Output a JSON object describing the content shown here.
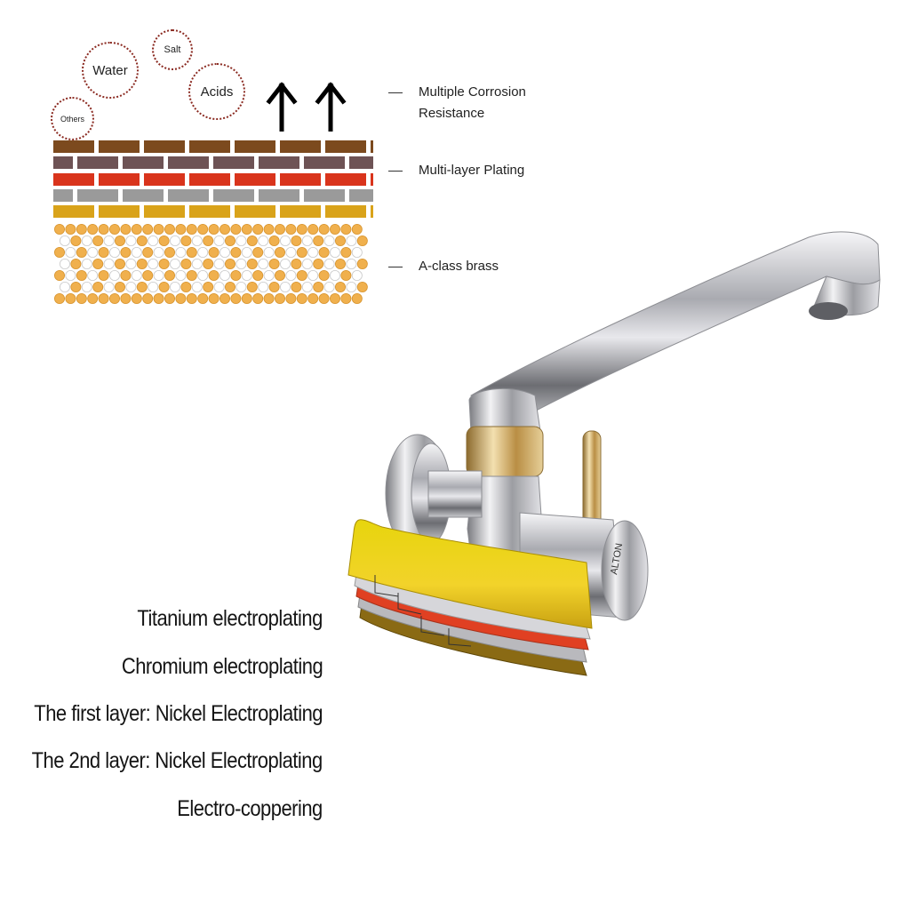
{
  "agents": {
    "water": "Water",
    "salt": "Salt",
    "acids": "Acids",
    "others": "Others"
  },
  "callouts": {
    "corrosion_line1": "Multiple Corrosion",
    "corrosion_line2": "Resistance",
    "plating": "Multi-layer Plating",
    "brass": "A-class brass"
  },
  "brand_mark": "ALTON",
  "plating_layers": [
    "Titanium electroplating",
    "Chromium electroplating",
    "The first layer: Nickel Electroplating",
    "The 2nd layer: Nickel Electroplating",
    "Electro-coppering"
  ],
  "colors": {
    "brick_brown": "#7c4a1e",
    "brick_purple": "#6e5355",
    "brick_red": "#d9341c",
    "brick_grey": "#9a9a9a",
    "brick_gold": "#d9a31a",
    "brass_orange": "#f0b04d",
    "chrome": "#c8c8cc",
    "gold": "#c9a35a"
  }
}
